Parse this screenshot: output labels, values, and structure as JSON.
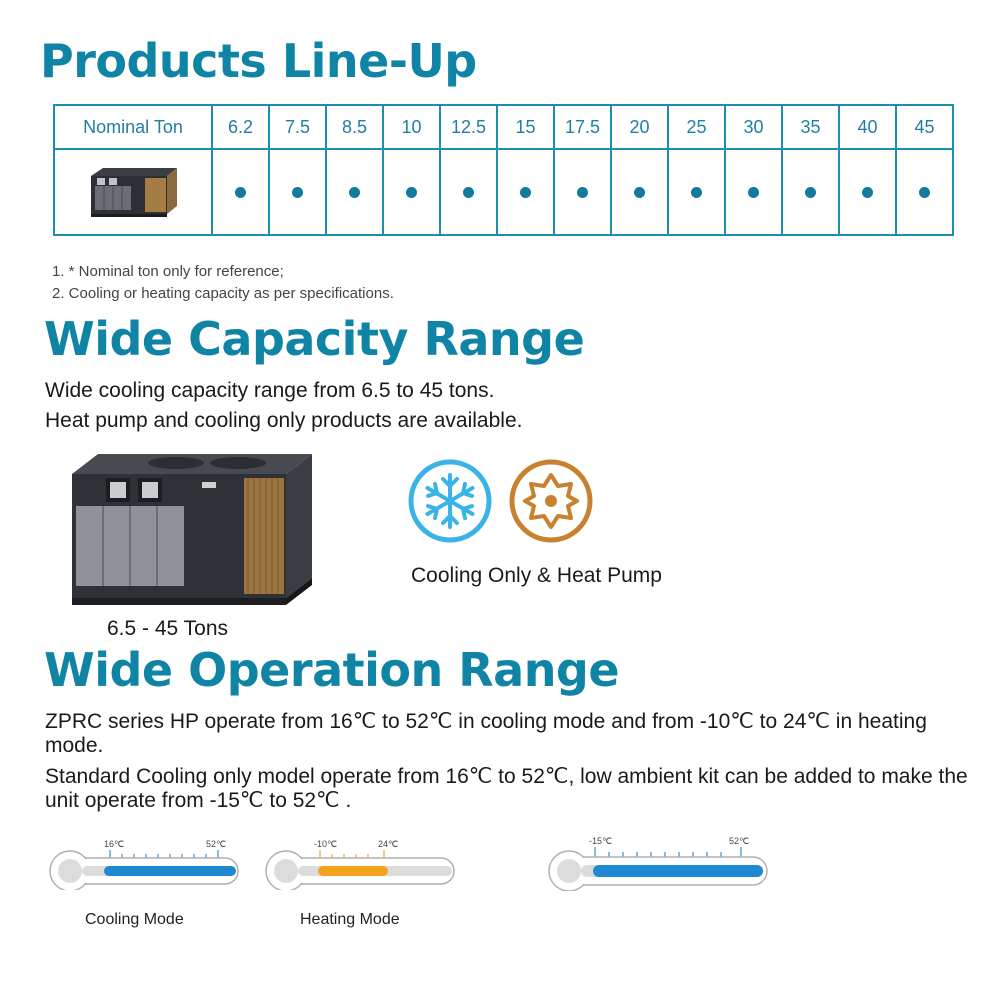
{
  "lineup": {
    "title": "Products Line-Up",
    "row_label": "Nominal Ton",
    "tons": [
      "6.2",
      "7.5",
      "8.5",
      "10",
      "12.5",
      "15",
      "17.5",
      "20",
      "25",
      "30",
      "35",
      "40",
      "45"
    ]
  },
  "notes": [
    "1. * Nominal ton only for reference;",
    "2. Cooling or heating capacity as per specifications."
  ],
  "capacity": {
    "title": "Wide Capacity Range",
    "line1": "Wide cooling capacity range from 6.5 to 45 tons.",
    "line2": "Heat pump and cooling only products are available.",
    "unit_label": "6.5 - 45 Tons",
    "icons_caption": "Cooling Only & Heat Pump",
    "icons": [
      "snowflake-icon",
      "sun-icon"
    ]
  },
  "operation": {
    "title": "Wide Operation Range",
    "p1": "ZPRC series HP operate from 16℃ to 52℃ in cooling mode and from -10℃ to 24℃ in heating mode.",
    "p2": "Standard Cooling only model operate from 16℃ to 52℃, low ambient kit can be added to make the unit operate from -15℃ to 52℃ .",
    "thermometers": [
      {
        "min": "16℃",
        "max": "52℃",
        "label": "Cooling Mode"
      },
      {
        "min": "-10℃",
        "max": "24℃",
        "label": "Heating Mode"
      },
      {
        "min": "-15℃",
        "max": "52℃",
        "label": ""
      }
    ]
  },
  "colors": {
    "accent": "#0f84a4",
    "cooling": "#1e88d2",
    "heating": "#f4a21a",
    "heat_icon": "#c8822f",
    "cool_icon": "#3ab4e6"
  }
}
